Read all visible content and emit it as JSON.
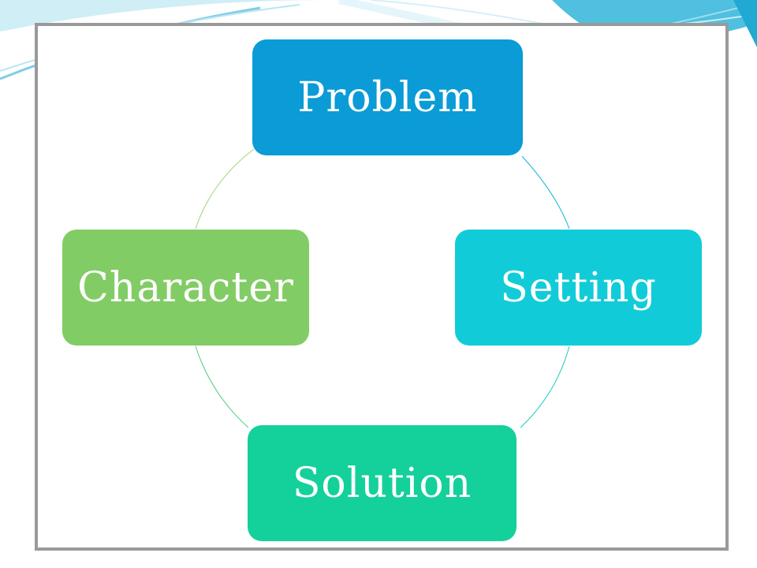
{
  "diagram": {
    "type": "cycle",
    "nodes": [
      {
        "key": "problem",
        "label": "Problem",
        "color": "#0b9bd6"
      },
      {
        "key": "setting",
        "label": "Setting",
        "color": "#11ccd8"
      },
      {
        "key": "solution",
        "label": "Solution",
        "color": "#14d09a"
      },
      {
        "key": "character",
        "label": "Character",
        "color": "#82cc66"
      }
    ],
    "connector_colors": [
      "#11b4d8",
      "#13cec0",
      "#4ccf80",
      "#9fd27a"
    ]
  },
  "theme": {
    "frame_color": "#9a9a9a",
    "accent_color": "#8fd6ec"
  }
}
